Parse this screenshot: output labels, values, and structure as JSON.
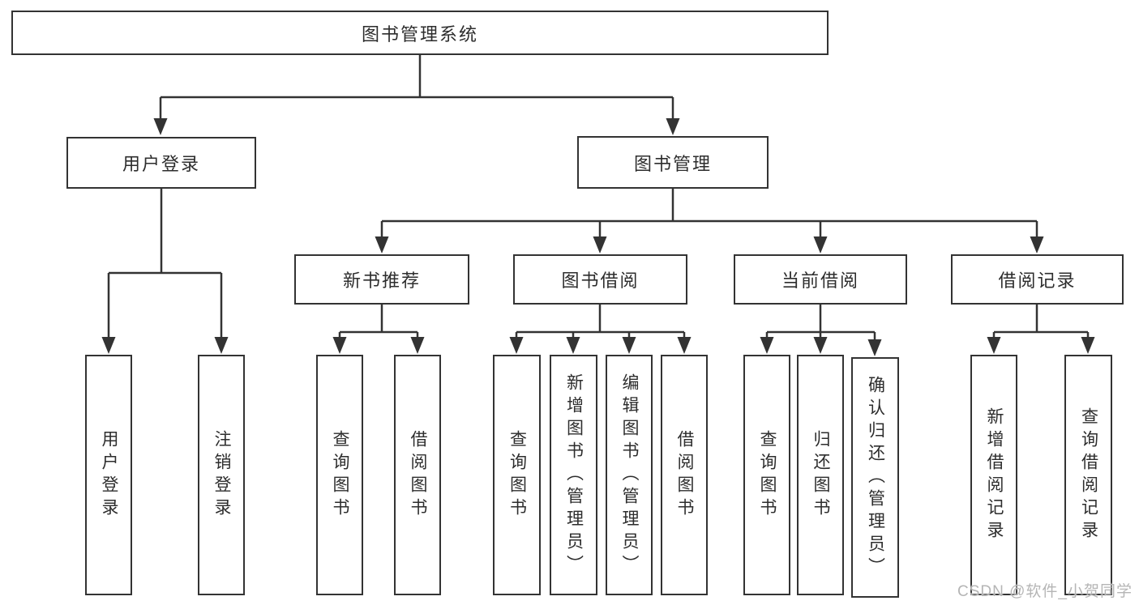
{
  "diagram_type": "hierarchy-tree",
  "colors": {
    "line": "#333333",
    "box_border": "#333333",
    "box_background": "#ffffff",
    "text": "#2d2d2d",
    "watermark": "#b5b5b5"
  },
  "watermark": "CSDN @软件_小贺同学",
  "tree": {
    "label": "图书管理系统",
    "children": [
      {
        "label": "用户登录",
        "children": [
          {
            "label": "用户登录"
          },
          {
            "label": "注销登录"
          }
        ]
      },
      {
        "label": "图书管理",
        "children": [
          {
            "label": "新书推荐",
            "children": [
              {
                "label": "查询图书"
              },
              {
                "label": "借阅图书"
              }
            ]
          },
          {
            "label": "图书借阅",
            "children": [
              {
                "label": "查询图书"
              },
              {
                "label": "新增图书（管理员）"
              },
              {
                "label": "编辑图书（管理员）"
              },
              {
                "label": "借阅图书"
              }
            ]
          },
          {
            "label": "当前借阅",
            "children": [
              {
                "label": "查询图书"
              },
              {
                "label": "归还图书"
              },
              {
                "label": "确认归还（管理员）"
              }
            ]
          },
          {
            "label": "借阅记录",
            "children": [
              {
                "label": "新增借阅记录"
              },
              {
                "label": "查询借阅记录"
              }
            ]
          }
        ]
      }
    ]
  }
}
